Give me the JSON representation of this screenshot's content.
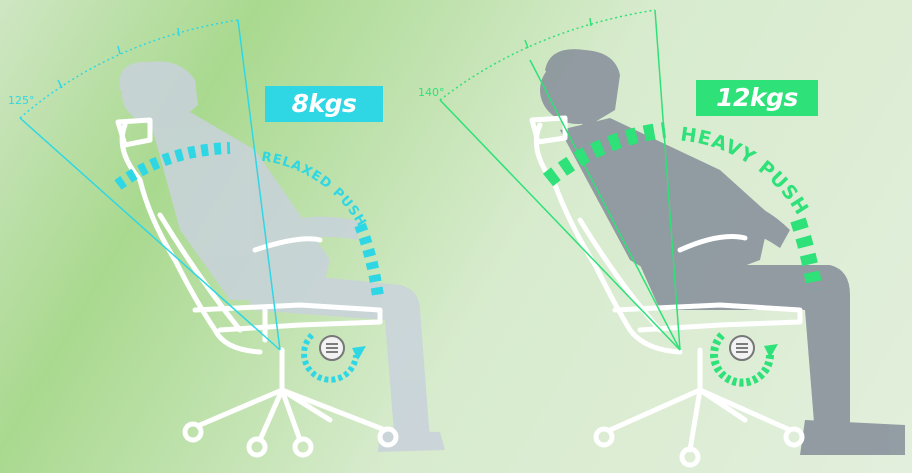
{
  "left_panel": {
    "angle_label": "125°",
    "weight_label": "8kgs",
    "push_label": "RELAXED PUSH",
    "accent_color": "#2fd7e4",
    "figure": "woman-silhouette",
    "icon": "tension-knob-icon"
  },
  "right_panel": {
    "angle_label": "140°",
    "weight_label": "12kgs",
    "push_label": "HEAVY PUSH",
    "accent_color": "#2ee178",
    "figure": "man-silhouette",
    "icon": "tension-knob-icon"
  },
  "colors": {
    "background_green": "#a9d98f",
    "figure_light": "#c9d2dc",
    "figure_dark": "#8a939d",
    "chair_white": "#ffffff"
  }
}
